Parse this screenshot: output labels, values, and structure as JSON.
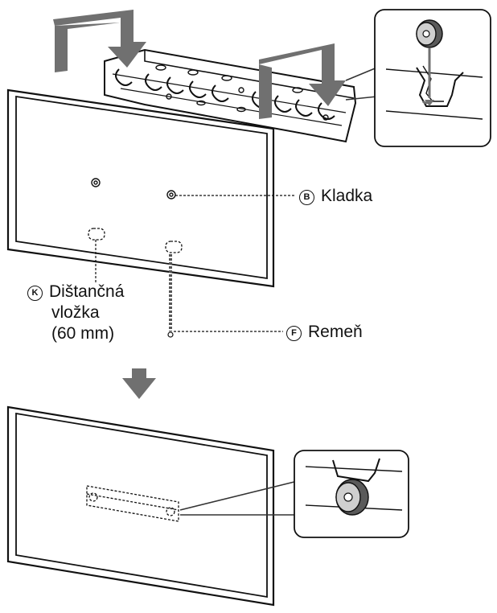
{
  "labels": {
    "pulley": {
      "marker": "B",
      "text": "Kladka"
    },
    "spacer": {
      "marker": "K",
      "line1": "Dištančná",
      "line2": "vložka",
      "line3": "(60 mm)"
    },
    "strap": {
      "marker": "F",
      "text": "Remeň"
    }
  },
  "icons": [
    "arrow-down-icon",
    "wall-bracket",
    "tv-panel",
    "pulley-detail",
    "hook-detail"
  ]
}
